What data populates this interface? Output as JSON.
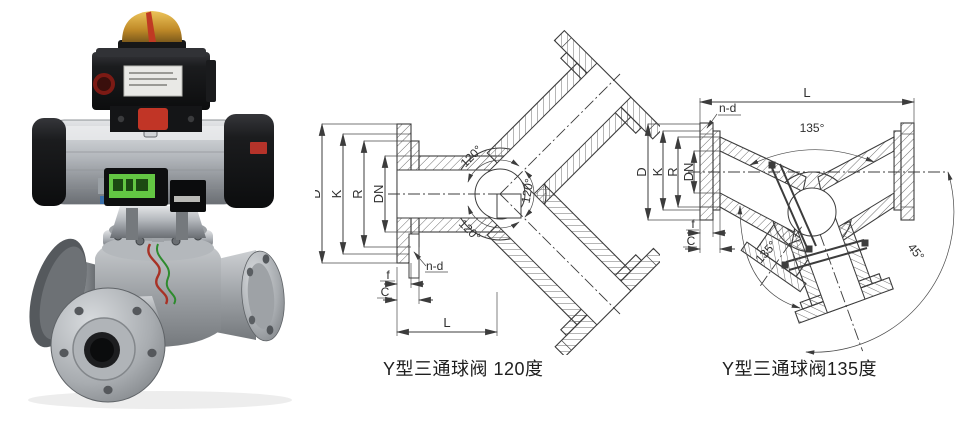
{
  "page": {
    "background": "#ffffff"
  },
  "photo": {
    "alt": "pneumatic actuated stainless steel three-way flanged ball valve",
    "colors": {
      "dome_amber": "#cf9c36",
      "indicator_red": "#bb3526",
      "switchbox_black": "#17181a",
      "actuator_silver": "#b9bdc2",
      "solenoid_green": "#63c643",
      "body_steel": "#a3a7ab",
      "wire_red": "#a83226",
      "wire_green": "#2e8b2e"
    }
  },
  "diagram_120": {
    "caption": "Y型三通球阀 120度",
    "labels": {
      "D": "D",
      "K": "K",
      "R": "R",
      "DN": "DN",
      "n_d": "n-d",
      "f": "f",
      "C": "C",
      "L": "L",
      "angle": "120°"
    }
  },
  "diagram_135": {
    "caption": "Y型三通球阀135度",
    "labels": {
      "L": "L",
      "n_d": "n-d",
      "D": "D",
      "K": "K",
      "R": "R",
      "DN": "DN",
      "f": "f",
      "C": "C",
      "angle_top": "135°",
      "angle_bottom": "135°",
      "angle_right": "45°"
    }
  }
}
